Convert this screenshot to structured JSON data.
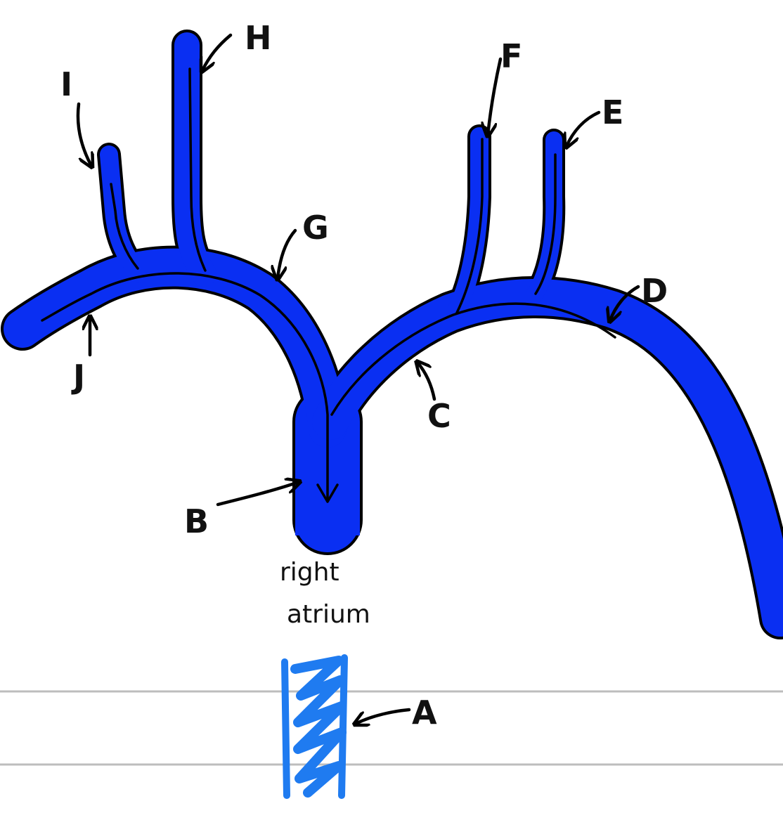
{
  "colors": {
    "vein": "#0a2ff2",
    "outline": "#000000",
    "section": "#1f7bf0",
    "rule": "#bdbdbd"
  },
  "labels": {
    "A": "A",
    "B": "B",
    "C": "C",
    "D": "D",
    "E": "E",
    "F": "F",
    "G": "G",
    "H": "H",
    "I": "I",
    "J": "J"
  },
  "caption": {
    "line1": "right",
    "line2": "atrium"
  }
}
